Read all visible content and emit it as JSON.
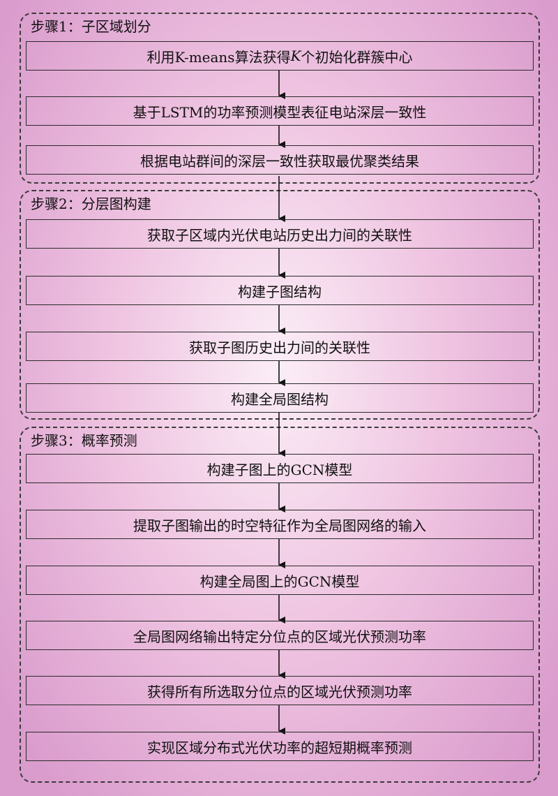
{
  "steps": [
    {
      "label": "步骤1：子区域划分",
      "boxes": [
        {
          "pre": "利用K-means算法获得",
          "em": "K",
          "post": "个初始化群簇中心"
        },
        {
          "text": "基于LSTM的功率预测模型表征电站深层一致性"
        },
        {
          "text": "根据电站群间的深层一致性获取最优聚类结果"
        }
      ]
    },
    {
      "label": "步骤2：分层图构建",
      "boxes": [
        {
          "text": "获取子区域内光伏电站历史出力间的关联性"
        },
        {
          "text": "构建子图结构"
        },
        {
          "text": "获取子图历史出力间的关联性"
        },
        {
          "text": "构建全局图结构"
        }
      ]
    },
    {
      "label": "步骤3：概率预测",
      "boxes": [
        {
          "text": "构建子图上的GCN模型"
        },
        {
          "text": "提取子图输出的时空特征作为全局图网络的输入"
        },
        {
          "text": "构建全局图上的GCN模型"
        },
        {
          "text": "全局图网络输出特定分位点的区域光伏预测功率"
        },
        {
          "text": "获得所有所选取分位点的区域光伏预测功率"
        },
        {
          "text": "实现区域分布式光伏功率的超短期概率预测"
        }
      ]
    }
  ],
  "colors": {
    "border": "#2a2a2a",
    "arrow": "#111111",
    "bg_center": "#fbeef7",
    "bg_edge": "#da9ccd"
  }
}
